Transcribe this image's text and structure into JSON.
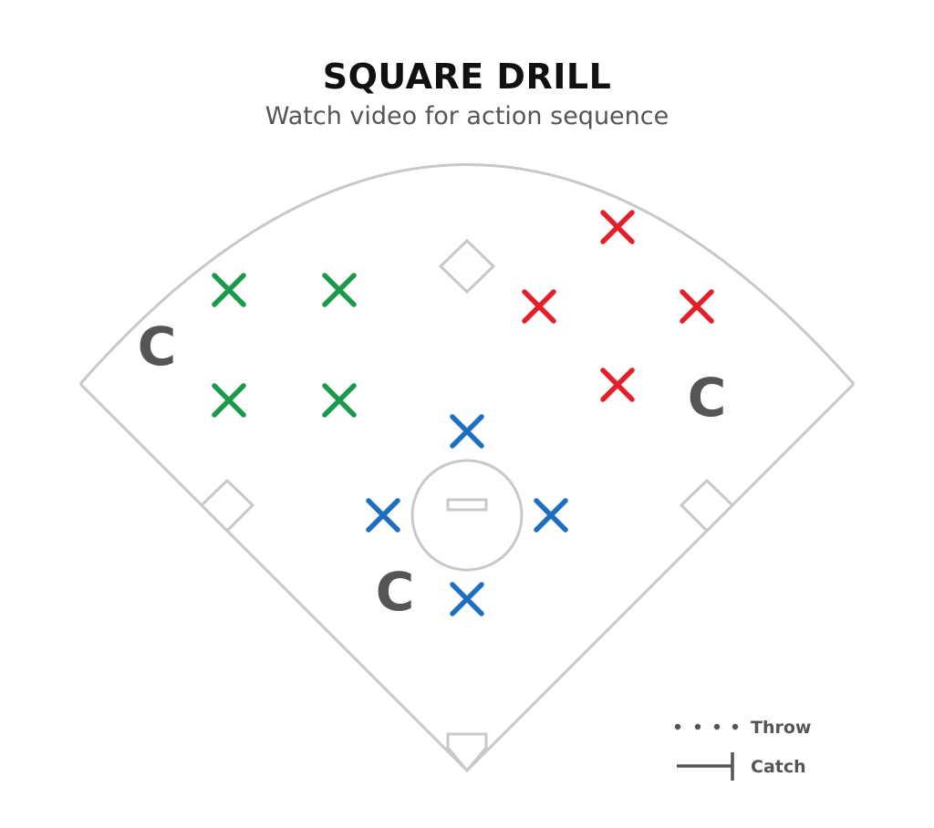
{
  "header": {
    "title": "SQUARE DRILL",
    "subtitle": "Watch video for action sequence"
  },
  "colors": {
    "field_line": "#c8c8c8",
    "green": "#1a9a4a",
    "red": "#e3202a",
    "blue": "#1f6fc0",
    "coach": "#555555",
    "legend": "#555555"
  },
  "coach_label": "C",
  "legend": {
    "throw_label": "Throw",
    "catch_label": "Catch"
  }
}
